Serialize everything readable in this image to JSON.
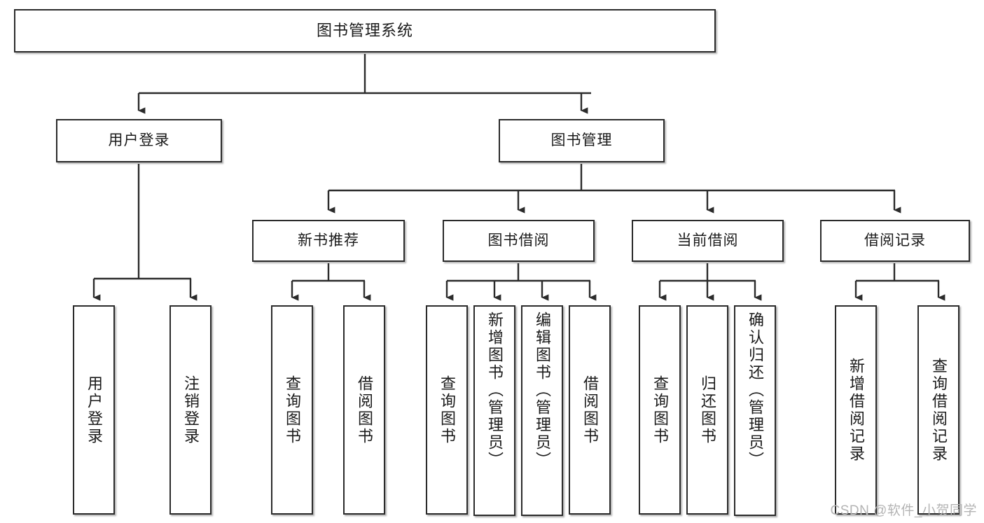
{
  "diagram": {
    "type": "tree-hierarchy",
    "title": "图书管理系统",
    "orientation": "top-down",
    "edge_color": "#2b2b2b",
    "node_border_color": "#2b2b2b",
    "node_fill_color": "#ffffff",
    "text_color": "#1a1a1a"
  },
  "nodes": {
    "root": {
      "label": "图书管理系统",
      "level": 1
    },
    "level2": [
      {
        "id": "user-login",
        "label": "用户登录"
      },
      {
        "id": "book-management",
        "label": "图书管理"
      }
    ],
    "level3": [
      {
        "id": "new-book-recommend",
        "label": "新书推荐"
      },
      {
        "id": "book-borrow",
        "label": "图书借阅"
      },
      {
        "id": "current-borrow",
        "label": "当前借阅"
      },
      {
        "id": "borrow-record",
        "label": "借阅记录"
      }
    ],
    "leaves": {
      "user-login": [
        {
          "id": "leaf-user-login",
          "label": "用户登录"
        },
        {
          "id": "leaf-logout",
          "label": "注销登录"
        }
      ],
      "new-book-recommend": [
        {
          "id": "leaf-query-book-1",
          "label": "查询图书"
        },
        {
          "id": "leaf-borrow-book-1",
          "label": "借阅图书"
        }
      ],
      "book-borrow": [
        {
          "id": "leaf-query-book-2",
          "label": "查询图书"
        },
        {
          "id": "leaf-add-book",
          "label": "新增图书（管理员）"
        },
        {
          "id": "leaf-edit-book",
          "label": "编辑图书（管理员）"
        },
        {
          "id": "leaf-borrow-book-2",
          "label": "借阅图书"
        }
      ],
      "current-borrow": [
        {
          "id": "leaf-query-book-3",
          "label": "查询图书"
        },
        {
          "id": "leaf-return-book",
          "label": "归还图书"
        },
        {
          "id": "leaf-confirm-return",
          "label": "确认归还（管理员）"
        }
      ],
      "borrow-record": [
        {
          "id": "leaf-add-record",
          "label": "新增借阅记录"
        },
        {
          "id": "leaf-query-record",
          "label": "查询借阅记录"
        }
      ]
    }
  },
  "watermark": {
    "text": "CSDN @软件_小贺同学"
  }
}
